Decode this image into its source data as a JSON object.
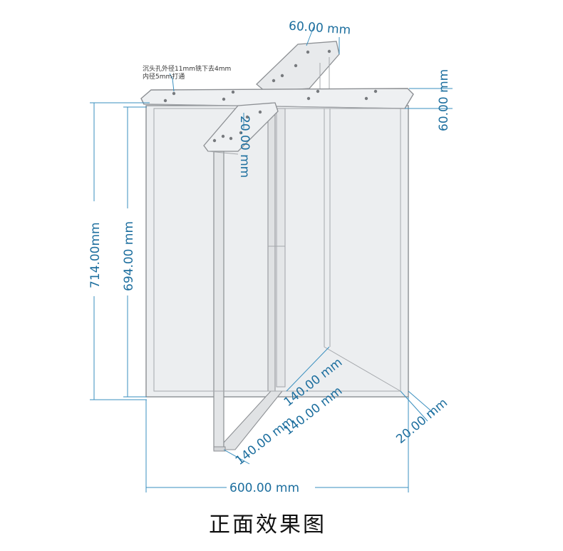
{
  "title": "正面效果图",
  "annotations": {
    "hole_note_line1": "沉头孔外径11mm铣下去4mm",
    "hole_note_line2": "内径5mm打通"
  },
  "dimensions": {
    "top_plate_width": "60.00 mm",
    "top_plate_width_right": "60.00 mm",
    "plate_thickness_inner": "20.00 mm",
    "overall_height": "714.00mm",
    "leg_height": "694.00 mm",
    "base_diagonal_a": "140.00 mm",
    "base_diagonal_b": "140.00 mm",
    "base_diagonal_c": "140.00 mm",
    "tube_size": "20.00 mm",
    "overall_width": "600.00 mm"
  },
  "colors": {
    "dimension": "#1c6e9e",
    "frame": "#8c8f93",
    "panel": "#eceef0"
  }
}
